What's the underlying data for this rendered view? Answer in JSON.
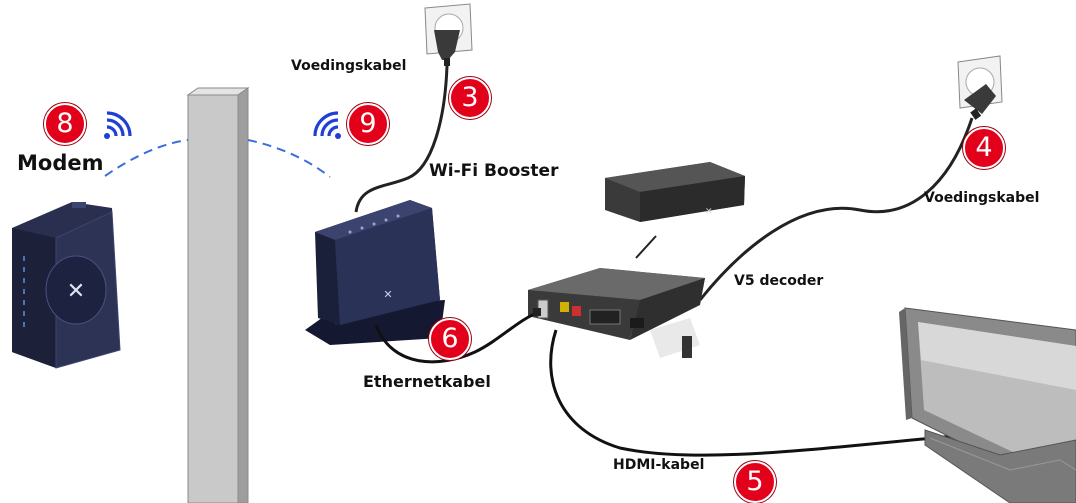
{
  "labels": {
    "modem": "Modem",
    "wifi_booster": "Wi-Fi Booster",
    "power_cable_top": "Voedingskabel",
    "power_cable_right": "Voedingskabel",
    "decoder": "V5 decoder",
    "ethernet_cable": "Ethernetkabel",
    "hdmi_cable": "HDMI-kabel"
  },
  "badges": {
    "modem": "8",
    "booster": "9",
    "power_booster": "3",
    "power_decoder": "4",
    "ethernet": "6",
    "hdmi": "5"
  },
  "colors": {
    "badge_red": "#e3001b",
    "wifi_blue": "#1f3fd6",
    "device_navy": "#1e2440",
    "cable_black": "#111111"
  },
  "icons": [
    "wifi-signal-icon",
    "wifi-signal-icon",
    "power-socket-icon",
    "power-plug-icon",
    "ethernet-port-icon",
    "hdmi-port-icon"
  ]
}
